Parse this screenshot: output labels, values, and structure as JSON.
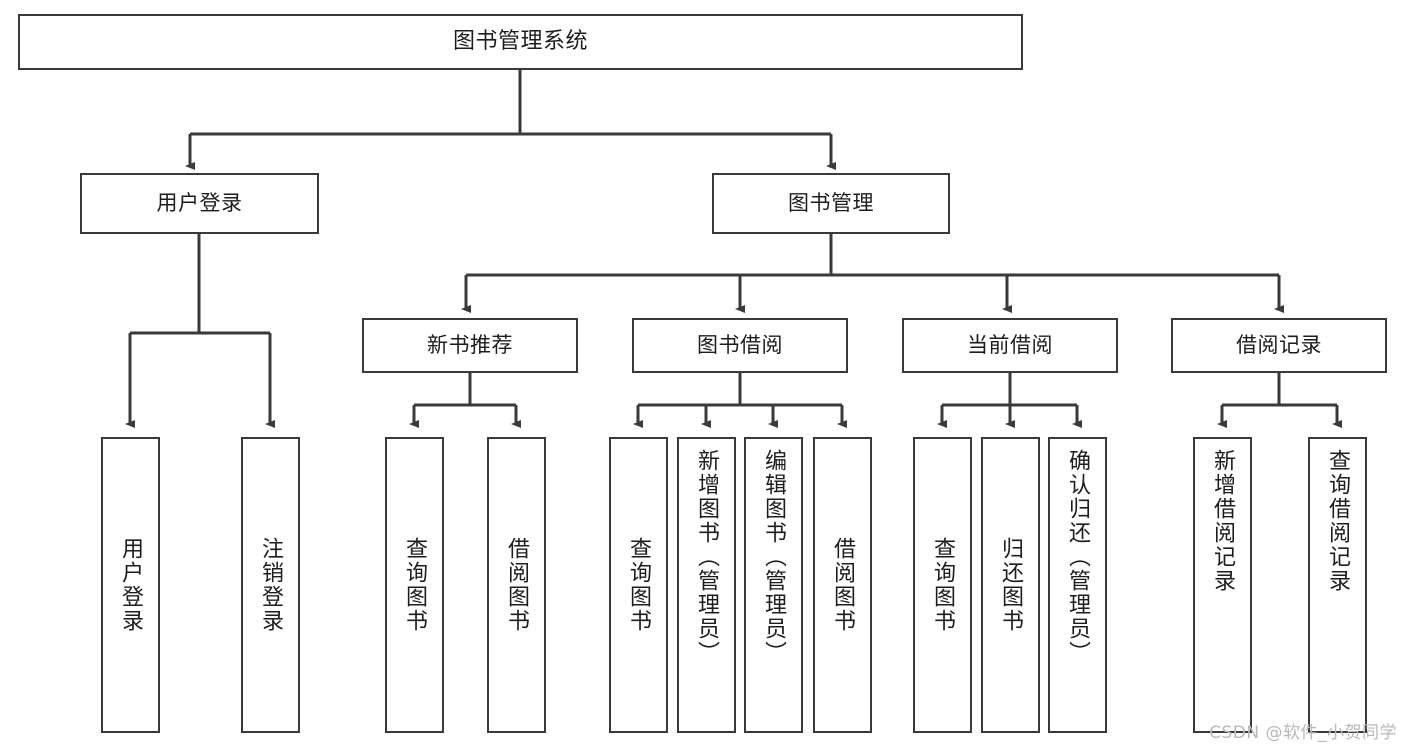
{
  "diagram": {
    "title": "图书管理系统",
    "type": "hierarchy-tree",
    "background": "#ffffff",
    "line_color": "#3a3a3a",
    "box_border_color": "#3a3a3a",
    "box_fill": "#ffffff",
    "text_color": "#1d1d1d"
  },
  "root": {
    "label": "图书管理系统"
  },
  "level2": [
    {
      "label": "用户登录"
    },
    {
      "label": "图书管理"
    }
  ],
  "level3": [
    {
      "label": "新书推荐"
    },
    {
      "label": "图书借阅"
    },
    {
      "label": "当前借阅"
    },
    {
      "label": "借阅记录"
    }
  ],
  "leaves": {
    "user_login": [
      {
        "label": "用户登录"
      },
      {
        "label": "注销登录"
      }
    ],
    "new_book": [
      {
        "label": "查询图书"
      },
      {
        "label": "借阅图书"
      }
    ],
    "borrow_book": [
      {
        "label": "查询图书"
      },
      {
        "label": "新增图书（管理员）"
      },
      {
        "label": "编辑图书（管理员）"
      },
      {
        "label": "借阅图书"
      }
    ],
    "current_borrow": [
      {
        "label": "查询图书"
      },
      {
        "label": "归还图书"
      },
      {
        "label": "确认归还（管理员）"
      }
    ],
    "borrow_record": [
      {
        "label": "新增借阅记录"
      },
      {
        "label": "查询借阅记录"
      }
    ]
  },
  "watermark": {
    "text": "CSDN @软件_小贺同学"
  }
}
